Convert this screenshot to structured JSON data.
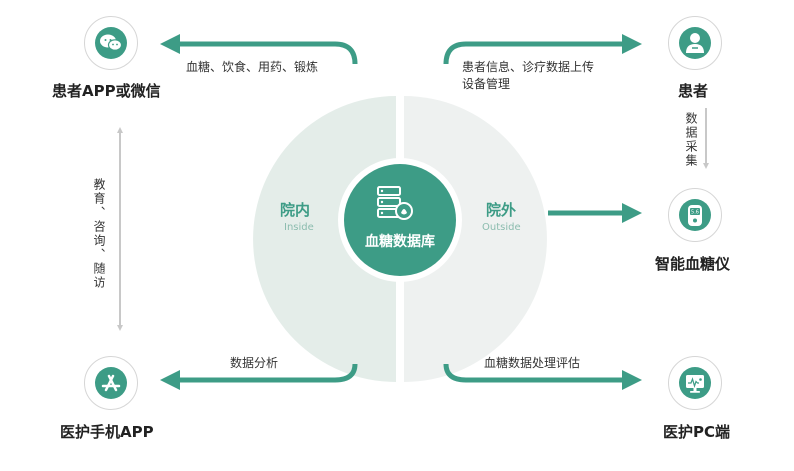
{
  "colors": {
    "accent": "#3d9c86",
    "halfLeft": "#e4ede9",
    "halfRight": "#eef1f0",
    "nodeBorder": "#d6d6d6",
    "grayArrow": "#c8c8c8"
  },
  "center": {
    "label": "血糖数据库",
    "icon": "server-icon"
  },
  "inside": {
    "title": "院内",
    "subtitle": "Inside"
  },
  "outside": {
    "title": "院外",
    "subtitle": "Outside"
  },
  "nodes": {
    "patientApp": {
      "label": "患者APP或微信",
      "icon": "wechat-icon"
    },
    "patient": {
      "label": "患者",
      "icon": "patient-icon"
    },
    "glucometer": {
      "label": "智能血糖仪",
      "icon": "glucometer-icon",
      "reading": "5.6"
    },
    "medicalApp": {
      "label": "医护手机APP",
      "icon": "app-store-icon"
    },
    "medicalPc": {
      "label": "医护PC端",
      "icon": "monitor-icon"
    }
  },
  "edges": {
    "toPatientApp": "血糖、饮食、用药、锻炼",
    "toPatientLine1": "患者信息、诊疗数据上传",
    "toPatientLine2": "设备管理",
    "dataCollection": "数据采集",
    "education": "教育、咨询、随访",
    "toMedicalApp": "数据分析",
    "toMedicalPc": "血糖数据处理评估"
  }
}
